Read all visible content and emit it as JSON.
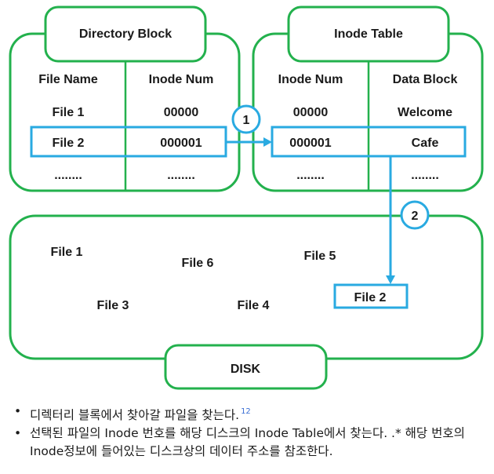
{
  "directory_block": {
    "title": "Directory Block",
    "col_name": "File Name",
    "col_inode": "Inode Num",
    "rows": [
      {
        "name": "File 1",
        "inode": "00000"
      },
      {
        "name": "File 2",
        "inode": "000001"
      },
      {
        "name": "........",
        "inode": "........"
      }
    ]
  },
  "inode_table": {
    "title": "Inode Table",
    "col_inode": "Inode Num",
    "col_data": "Data Block",
    "rows": [
      {
        "inode": "00000",
        "data": "Welcome"
      },
      {
        "inode": "000001",
        "data": "Cafe"
      },
      {
        "inode": "........",
        "data": "........"
      }
    ]
  },
  "steps": {
    "one": "1",
    "two": "2"
  },
  "disk": {
    "label": "DISK",
    "files": [
      "File 1",
      "File 6",
      "File 5",
      "File 3",
      "File 4",
      "File 2"
    ]
  },
  "notes": {
    "line1": "디렉터리 블록에서 찾아갈 파일을 찾는다.",
    "line1_ref": "12",
    "line2": "선택된 파일의 Inode 번호를 해당 디스크의 Inode Table에서 찾는다. .* 해당 번호의 Inode정보에 들어있는 디스크상의 데이터 주소를 참조한다."
  },
  "colors": {
    "green": "#23b14d",
    "blue": "#29aae1",
    "text": "#1a1a1a"
  }
}
